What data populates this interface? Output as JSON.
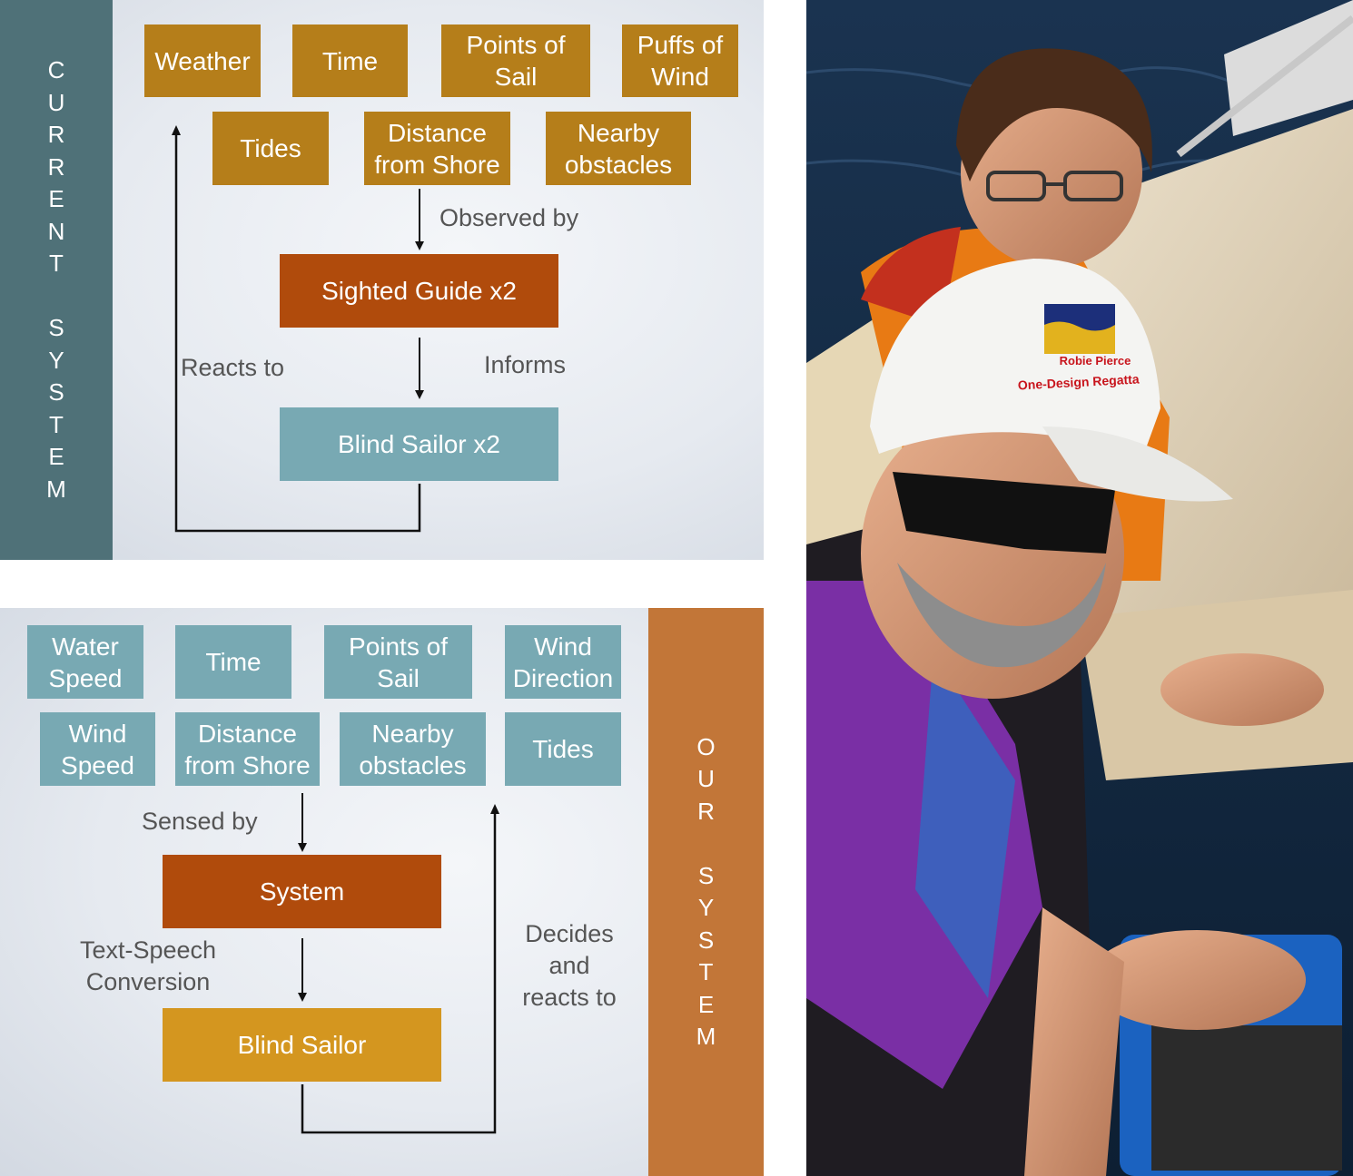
{
  "current_system": {
    "sidebar_label": "C\nU\nR\nR\nE\nN\nT\n \nS\nY\nS\nT\nE\nM",
    "factors": [
      "Weather",
      "Time",
      "Points of\nSail",
      "Puffs of\nWind",
      "Tides",
      "Distance\nfrom Shore",
      "Nearby\nobstacles"
    ],
    "observed_by_label": "Observed by",
    "guide_box": "Sighted Guide x2",
    "informs_label": "Informs",
    "sailor_box": "Blind Sailor x2",
    "reacts_label": "Reacts to"
  },
  "our_system": {
    "sidebar_label": "O\nU\nR\n \nS\nY\nS\nT\nE\nM",
    "factors": [
      "Water\nSpeed",
      "Time",
      "Points of\nSail",
      "Wind\nDirection",
      "Wind\nSpeed",
      "Distance\nfrom Shore",
      "Nearby\nobstacles",
      "Tides"
    ],
    "sensed_by_label": "Sensed by",
    "system_box": "System",
    "conversion_label": "Text-Speech\nConversion",
    "sailor_box": "Blind Sailor",
    "decides_label": "Decides\nand\nreacts to"
  },
  "photo": {
    "cap_text": "Robie Pierce\nOne-Design Regatta"
  },
  "colors": {
    "current_sidebar": "#4f7178",
    "our_sidebar": "#c27638",
    "factor_gold": "#b57e1a",
    "factor_teal": "#78a9b3",
    "process_rust": "#b04b0c",
    "sailor_amber": "#d4961f",
    "arrow": "#111111"
  }
}
